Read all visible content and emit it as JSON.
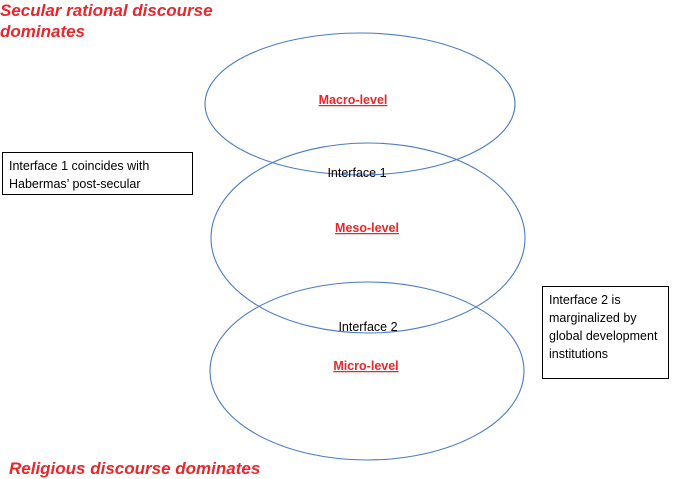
{
  "headings": {
    "top": "Secular rational discourse dominates",
    "bottom": "Religious discourse dominates"
  },
  "levels": {
    "macro": "Macro-level",
    "meso": "Meso-level",
    "micro": "Micro-level"
  },
  "interfaces": {
    "first": "Interface 1",
    "second": "Interface 2"
  },
  "notes": {
    "interface1": "Interface 1 coincides with Habermas’ post-secular",
    "interface2": "Interface 2 is marginalized by global development institutions"
  },
  "colors": {
    "accent_red": "#e8262b",
    "ellipse_stroke": "#4a7bc8"
  }
}
